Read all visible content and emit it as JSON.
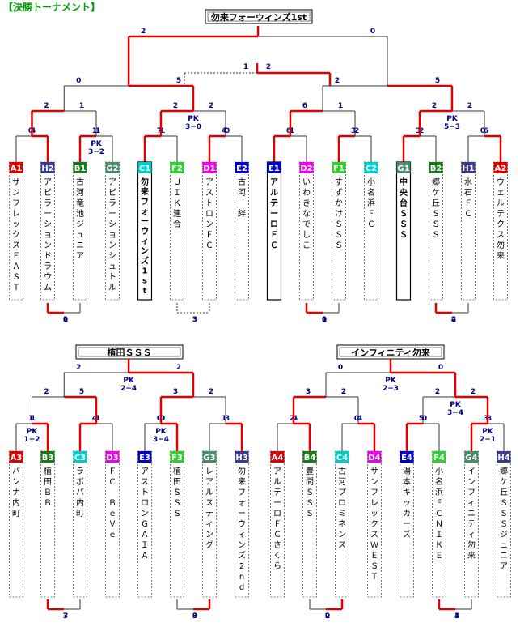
{
  "title": "【決勝トーナメント】",
  "colors": {
    "win": "#e00000",
    "line": "#333333",
    "box_dash": "#555555",
    "score": "#000080"
  },
  "groups": [
    {
      "winner": "勿来フォーウィンズ1st",
      "final": {
        "l": "2",
        "r": "0",
        "pk": ""
      },
      "third": {
        "l": "1",
        "r": "2",
        "pk": ""
      },
      "semis": [
        {
          "l": "0",
          "r": "5",
          "pk": ""
        },
        {
          "l": "2",
          "r": "5",
          "pk": ""
        }
      ],
      "qf": [
        {
          "l": "2",
          "r": "1",
          "pk": ""
        },
        {
          "l": "2",
          "r": "2",
          "pk": "PK\n3−0"
        },
        {
          "l": "6",
          "r": "1",
          "pk": ""
        },
        {
          "l": "2",
          "r": "2",
          "pk": "PK\n5−3"
        }
      ],
      "r1": [
        {
          "l": "0",
          "r": "4",
          "pk": ""
        },
        {
          "l": "1",
          "r": "1",
          "pk": "PK\n3−2"
        },
        {
          "l": "7",
          "r": "1",
          "pk": ""
        },
        {
          "l": "4",
          "r": "0",
          "pk": ""
        },
        {
          "l": "6",
          "r": "1",
          "pk": ""
        },
        {
          "l": "3",
          "r": "2",
          "pk": ""
        },
        {
          "l": "3",
          "r": "2",
          "pk": ""
        },
        {
          "l": "0",
          "r": "6",
          "pk": ""
        }
      ],
      "bottom": [
        {
          "l": "1",
          "r": "0"
        },
        {
          "l": "3",
          "r": "3"
        },
        {
          "l": "1",
          "r": "0"
        },
        {
          "l": "4",
          "r": "2"
        }
      ],
      "teams": [
        {
          "seed": "A1",
          "name": "サンフレックスＥＡＳＴ",
          "color": "#e00000",
          "tc": "#ffffff",
          "b": false
        },
        {
          "seed": "H2",
          "name": "アビラーションドラウム",
          "color": "#3a3a8a",
          "tc": "#ffffff",
          "b": false
        },
        {
          "seed": "B1",
          "name": "古河竜池ジュニア",
          "color": "#1a7a1a",
          "tc": "#ffffff",
          "b": false
        },
        {
          "seed": "G2",
          "name": "アビラーションシュトル",
          "color": "#4a8a6a",
          "tc": "#ffffff",
          "b": false
        },
        {
          "seed": "C1",
          "name": "勿来フォーウィンズ1st",
          "color": "#00cccc",
          "tc": "#ffffff",
          "b": true
        },
        {
          "seed": "F2",
          "name": "ＵＩＫ連合",
          "color": "#33cc33",
          "tc": "#ffffff",
          "b": false
        },
        {
          "seed": "D1",
          "name": "アストロンＦＣ",
          "color": "#ee00ee",
          "tc": "#ffffff",
          "b": false
        },
        {
          "seed": "E2",
          "name": "古河　絆",
          "color": "#0000cc",
          "tc": "#ffffff",
          "b": false
        },
        {
          "seed": "E1",
          "name": "アルテーロＦＣ",
          "color": "#0000cc",
          "tc": "#ffffff",
          "b": true
        },
        {
          "seed": "D2",
          "name": "いわきなでしこ",
          "color": "#ee00ee",
          "tc": "#ffffff",
          "b": false
        },
        {
          "seed": "F1",
          "name": "すずかけＳＳＳ",
          "color": "#33cc33",
          "tc": "#ffffff",
          "b": false
        },
        {
          "seed": "C2",
          "name": "小名浜ＦＣ",
          "color": "#00cccc",
          "tc": "#ffffff",
          "b": false
        },
        {
          "seed": "G1",
          "name": "中央台ＳＳＳ",
          "color": "#4a8a6a",
          "tc": "#ffffff",
          "b": true
        },
        {
          "seed": "B2",
          "name": "郷ケ丘ＳＳＳ",
          "color": "#1a7a1a",
          "tc": "#ffffff",
          "b": false
        },
        {
          "seed": "H1",
          "name": "水石ＦＣ",
          "color": "#3a3a8a",
          "tc": "#ffffff",
          "b": false
        },
        {
          "seed": "A2",
          "name": "ウェルテクス勿来",
          "color": "#e00000",
          "tc": "#ffffff",
          "b": false
        }
      ]
    },
    {
      "winner": "植田ＳＳＳ",
      "final": {
        "l": "2",
        "r": "2",
        "pk": "PK\n2−4"
      },
      "semis": [
        {
          "l": "2",
          "r": "5",
          "pk": ""
        },
        {
          "l": "3",
          "r": "2",
          "pk": ""
        }
      ],
      "r1": [
        {
          "l": "1",
          "r": "1",
          "pk": "PK\n1−2"
        },
        {
          "l": "4",
          "r": "1",
          "pk": ""
        },
        {
          "l": "0",
          "r": "0",
          "pk": "PK\n3−4"
        },
        {
          "l": "1",
          "r": "3",
          "pk": ""
        }
      ],
      "bottom": [
        {
          "l": "7",
          "r": "3"
        },
        {
          "l": "0",
          "r": "3"
        }
      ],
      "teams": [
        {
          "seed": "A3",
          "name": "バンナ内町",
          "color": "#e00000",
          "tc": "#ffffff",
          "b": false
        },
        {
          "seed": "B3",
          "name": "植田ＢＢ",
          "color": "#1a7a1a",
          "tc": "#ffffff",
          "b": false
        },
        {
          "seed": "C3",
          "name": "ラボバ内町",
          "color": "#00cccc",
          "tc": "#ffffff",
          "b": false
        },
        {
          "seed": "D3",
          "name": "ＦＣ　ＢｅＶｅ",
          "color": "#ee00ee",
          "tc": "#ffffff",
          "b": false
        },
        {
          "seed": "E3",
          "name": "アストロンＧＡＩＡ",
          "color": "#0000cc",
          "tc": "#ffffff",
          "b": false
        },
        {
          "seed": "F3",
          "name": "植田ＳＳＳ",
          "color": "#33cc33",
          "tc": "#ffffff",
          "b": false
        },
        {
          "seed": "G3",
          "name": "レアルスティング",
          "color": "#4a8a6a",
          "tc": "#ffffff",
          "b": false
        },
        {
          "seed": "H3",
          "name": "勿来フォーウィンズ2nd",
          "color": "#3a3a8a",
          "tc": "#ffffff",
          "b": false
        }
      ]
    },
    {
      "winner": "インフィニティ勿来",
      "final": {
        "l": "0",
        "r": "0",
        "pk": "PK\n2−3"
      },
      "semis": [
        {
          "l": "3",
          "r": "2",
          "pk": ""
        },
        {
          "l": "2",
          "r": "2",
          "pk": "PK\n3−4"
        }
      ],
      "r1": [
        {
          "l": "2",
          "r": "4",
          "pk": ""
        },
        {
          "l": "0",
          "r": "4",
          "pk": ""
        },
        {
          "l": "5",
          "r": "0",
          "pk": ""
        },
        {
          "l": "3",
          "r": "3",
          "pk": "PK\n2−1"
        }
      ],
      "bottom": [
        {
          "l": "0",
          "r": "2"
        },
        {
          "l": "4",
          "r": "1"
        }
      ],
      "teams": [
        {
          "seed": "A4",
          "name": "アルテーロＦＣさくら",
          "color": "#e00000",
          "tc": "#ffffff",
          "b": false
        },
        {
          "seed": "B4",
          "name": "豊間ＳＳＳ",
          "color": "#1a7a1a",
          "tc": "#ffffff",
          "b": false
        },
        {
          "seed": "C4",
          "name": "古河プロミネンス",
          "color": "#00cccc",
          "tc": "#ffffff",
          "b": false
        },
        {
          "seed": "D4",
          "name": "サンフレックスＷＥＳＴ",
          "color": "#ee00ee",
          "tc": "#ffffff",
          "b": false
        },
        {
          "seed": "E4",
          "name": "湯本キッカーズ",
          "color": "#0000cc",
          "tc": "#ffffff",
          "b": false
        },
        {
          "seed": "F4",
          "name": "小名浜ＦＣＮＩＫＥ",
          "color": "#33cc33",
          "tc": "#ffffff",
          "b": false
        },
        {
          "seed": "G4",
          "name": "インフィニティ勿来",
          "color": "#4a8a6a",
          "tc": "#ffffff",
          "b": false
        },
        {
          "seed": "H4",
          "name": "郷ケ丘ＳＳＳジュニア",
          "color": "#3a3a8a",
          "tc": "#ffffff",
          "b": false
        }
      ]
    }
  ]
}
